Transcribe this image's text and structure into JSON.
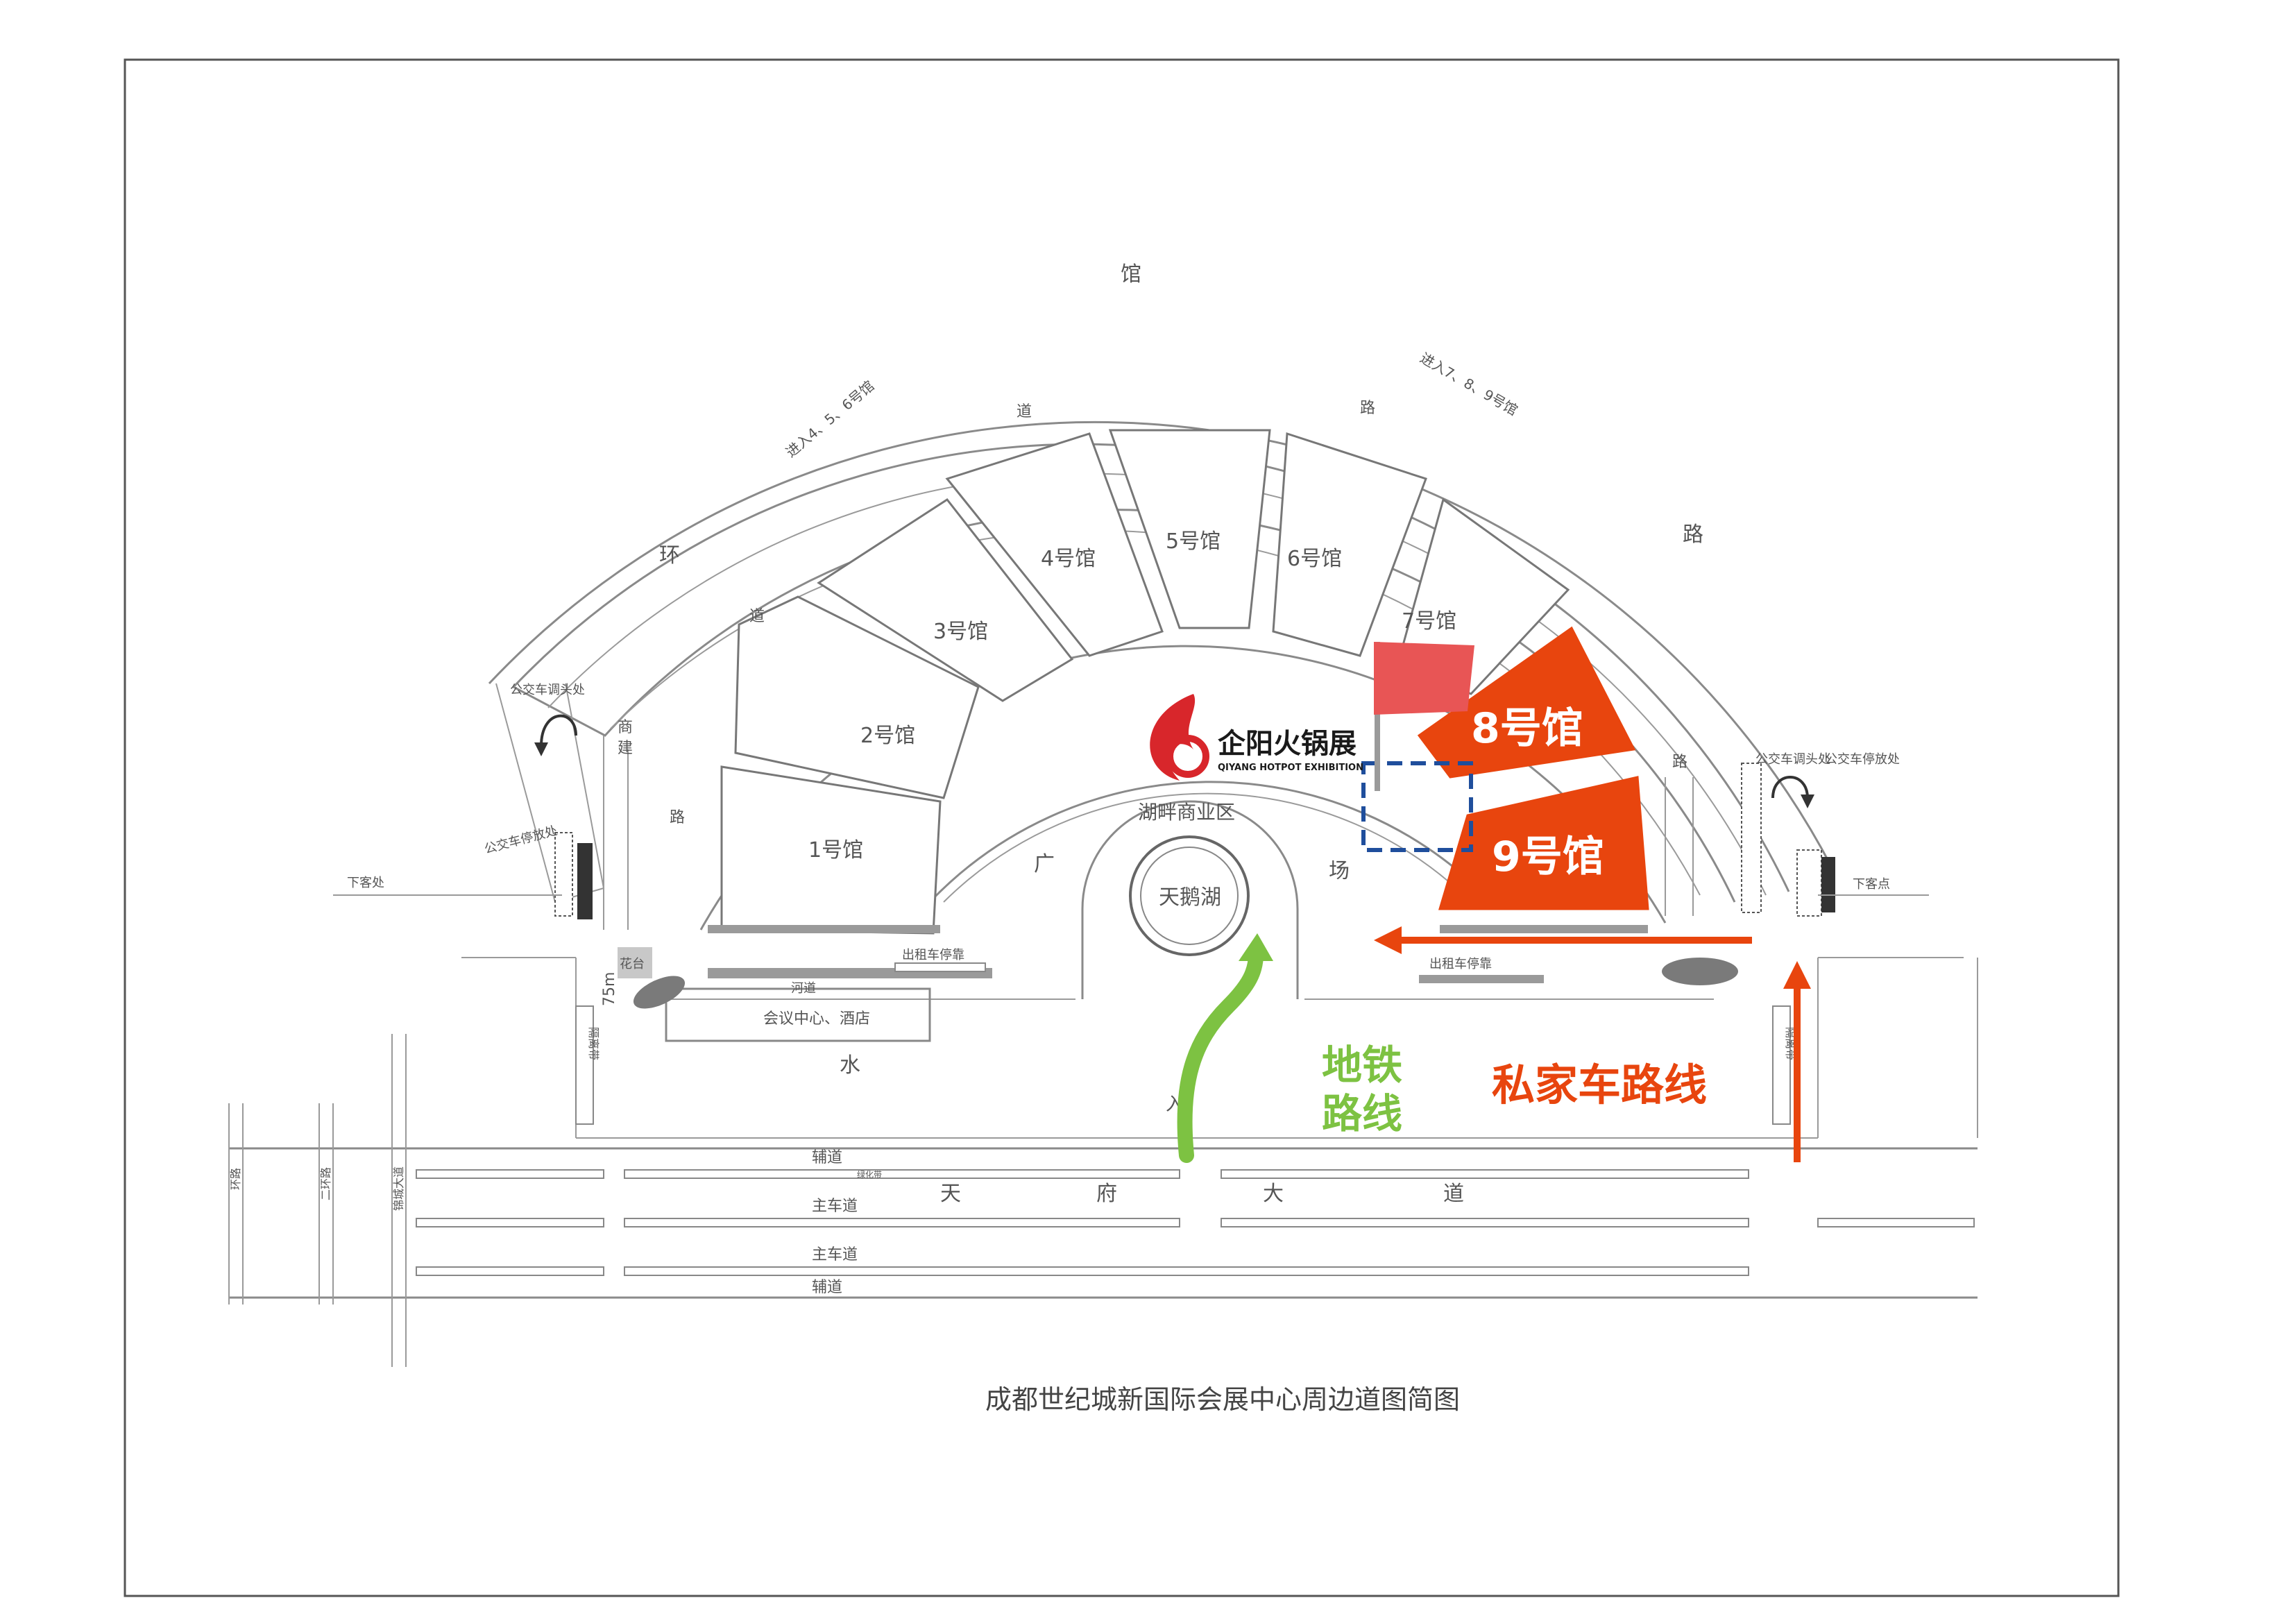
{
  "map": {
    "caption": "成都世纪城新国际会展中心周边道图简图",
    "logo": {
      "cn": "企阳火锅展",
      "en": "QIYANG HOTPOT EXHIBITION",
      "icon": "flame-logo-icon",
      "color": "#d8262b"
    },
    "halls": [
      {
        "id": "h1",
        "label": "1号馆"
      },
      {
        "id": "h2",
        "label": "2号馆"
      },
      {
        "id": "h3",
        "label": "3号馆"
      },
      {
        "id": "h4",
        "label": "4号馆"
      },
      {
        "id": "h5",
        "label": "5号馆"
      },
      {
        "id": "h6",
        "label": "6号馆"
      },
      {
        "id": "h7",
        "label": "7号馆"
      },
      {
        "id": "h8",
        "label": "8号馆",
        "highlight": true
      },
      {
        "id": "h9",
        "label": "9号馆",
        "highlight": true
      }
    ],
    "ring_road": {
      "c1": "环",
      "c2": "道",
      "c3": "馆",
      "c4": "路",
      "c5": "路",
      "c6": "道",
      "c7": "路"
    },
    "entries": {
      "left": "进入4、5、6号馆",
      "right": "进入7、8、9号馆"
    },
    "inner": {
      "lake": "天鹅湖",
      "lakeside": "湖畔商业区",
      "plaza_1": "广",
      "plaza_2": "场",
      "water": "水",
      "entrance": "入",
      "conference": "会议中心、酒店",
      "shang": "商",
      "jian": "建",
      "lu": "路",
      "huatai": "花台",
      "distance": "75m",
      "river": "河道",
      "exit_left": "出租车停靠",
      "exit_right": "出租车停靠"
    },
    "bus": {
      "left_turn": "公交车调头处",
      "left_stop": "公交车停放处",
      "right_turn": "公交车调头处",
      "right_stop": "公交车停放处",
      "drop_left": "下客处",
      "drop_right": "下客点"
    },
    "roads": {
      "fu_top": "辅道",
      "main_1": "主车道",
      "main_2": "主车道",
      "fu_bottom": "辅道",
      "tian": "天",
      "fu": "府",
      "da": "大",
      "dao": "道",
      "green_belt": "绿化带",
      "isolation": "隔离带",
      "isolation_right": "隔离带",
      "road_1": "环路",
      "road_2": "二环路",
      "road_3": "锦城大道"
    },
    "routes": {
      "metro": {
        "line1": "地铁",
        "line2": "路线",
        "color": "#7dc242"
      },
      "car": {
        "label": "私家车路线",
        "color": "#e8450e"
      }
    },
    "marker": {
      "flag": "flag-icon",
      "color": "#e85555",
      "box_color": "#1f4e9c"
    }
  }
}
